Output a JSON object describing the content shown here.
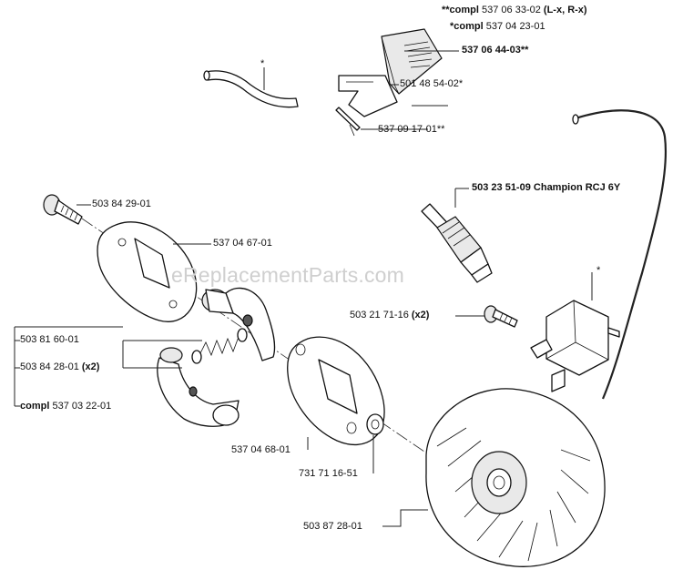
{
  "watermark": "eReplacementParts.com",
  "labels": {
    "compl_537_06_33_02_prefix": "**compl",
    "compl_537_06_33_02_num": " 537 06 33-02 ",
    "compl_537_06_33_02_suffix": "(L-x, R-x)",
    "compl_537_04_23_01_prefix": "*compl",
    "compl_537_04_23_01_num": " 537 04 23-01",
    "p537_06_44_03": "537 06 44-03**",
    "p501_48_54_02": "501 48 54-02*",
    "p537_09_17_01": "537 09 17-01**",
    "star_hose": "*",
    "p503_23_51_09_num": "503 23 51-09",
    "p503_23_51_09_name": " Champion RCJ 6Y",
    "p503_84_29_01": "503 84 29-01",
    "p537_04_67_01": "537 04 67-01",
    "star_module": "*",
    "p503_21_71_16_num": "503 21 71-16 ",
    "p503_21_71_16_qty": "(x2)",
    "p503_81_60_01": "503 81 60-01",
    "p503_84_28_01_num": "503 84 28-01 ",
    "p503_84_28_01_qty": "(x2)",
    "compl_537_03_22_01_prefix": "compl",
    "compl_537_03_22_01_num": " 537 03 22-01",
    "p537_04_68_01": "537 04 68-01",
    "p731_71_16_51": "731 71 16-51",
    "p503_87_28_01": "503 87 28-01"
  }
}
